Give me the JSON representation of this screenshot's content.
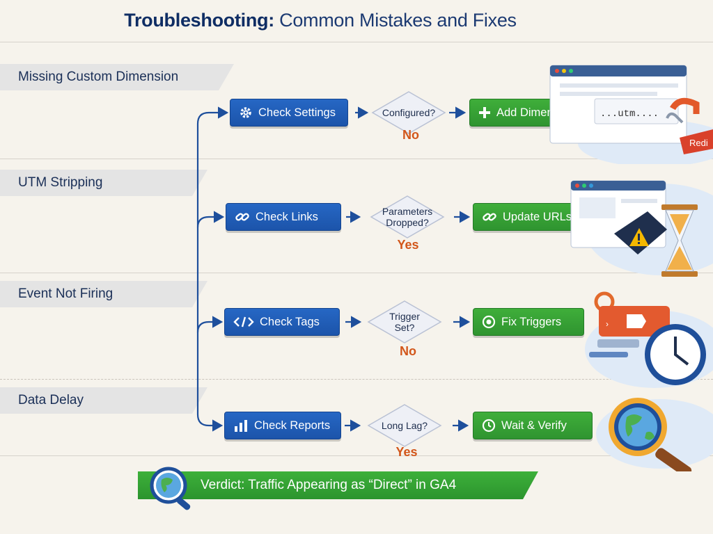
{
  "title": {
    "bold": "Troubleshooting:",
    "rest": "Common Mistakes and Fixes"
  },
  "sections": [
    {
      "label": "Missing Custom Dimension",
      "check": "Check Settings",
      "check_icon": "gear-icon",
      "question": [
        "Configured?"
      ],
      "answer": "No",
      "fix": "Add Dimension",
      "fix_icon": "plus-icon"
    },
    {
      "label": "UTM Stripping",
      "check": "Check Links",
      "check_icon": "link-icon",
      "question": [
        "Parameters",
        "Dropped?"
      ],
      "answer": "Yes",
      "fix": "Update URLs",
      "fix_icon": "link-icon"
    },
    {
      "label": "Event Not Firing",
      "check": "Check Tags",
      "check_icon": "code-icon",
      "question": [
        "Trigger",
        "Set?"
      ],
      "answer": "No",
      "fix": "Fix Triggers",
      "fix_icon": "target-icon"
    },
    {
      "label": "Data Delay",
      "check": "Check Reports",
      "check_icon": "bar-chart-icon",
      "question": [
        "Long Lag?"
      ],
      "answer": "Yes",
      "fix": "Wait & Verify",
      "fix_icon": "clock-icon"
    }
  ],
  "illustrations": {
    "url_snippet": "...utm....",
    "redirect_tag": "Redi"
  },
  "verdict": "Verdict: Traffic Appearing as “Direct” in GA4",
  "colors": {
    "title": "#14305f",
    "check_box": "#1f5cb8",
    "fix_box": "#36a235",
    "answer": "#d2561a",
    "connector": "#1e4f9c"
  }
}
